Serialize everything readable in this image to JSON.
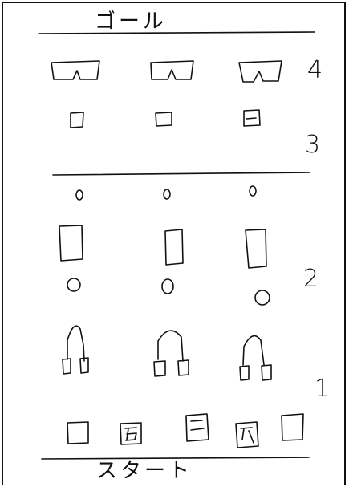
{
  "goal_label": "ゴール",
  "start_label": "スタート",
  "section_numbers": {
    "four": "4",
    "three": "3",
    "two": "2",
    "one": "1"
  }
}
